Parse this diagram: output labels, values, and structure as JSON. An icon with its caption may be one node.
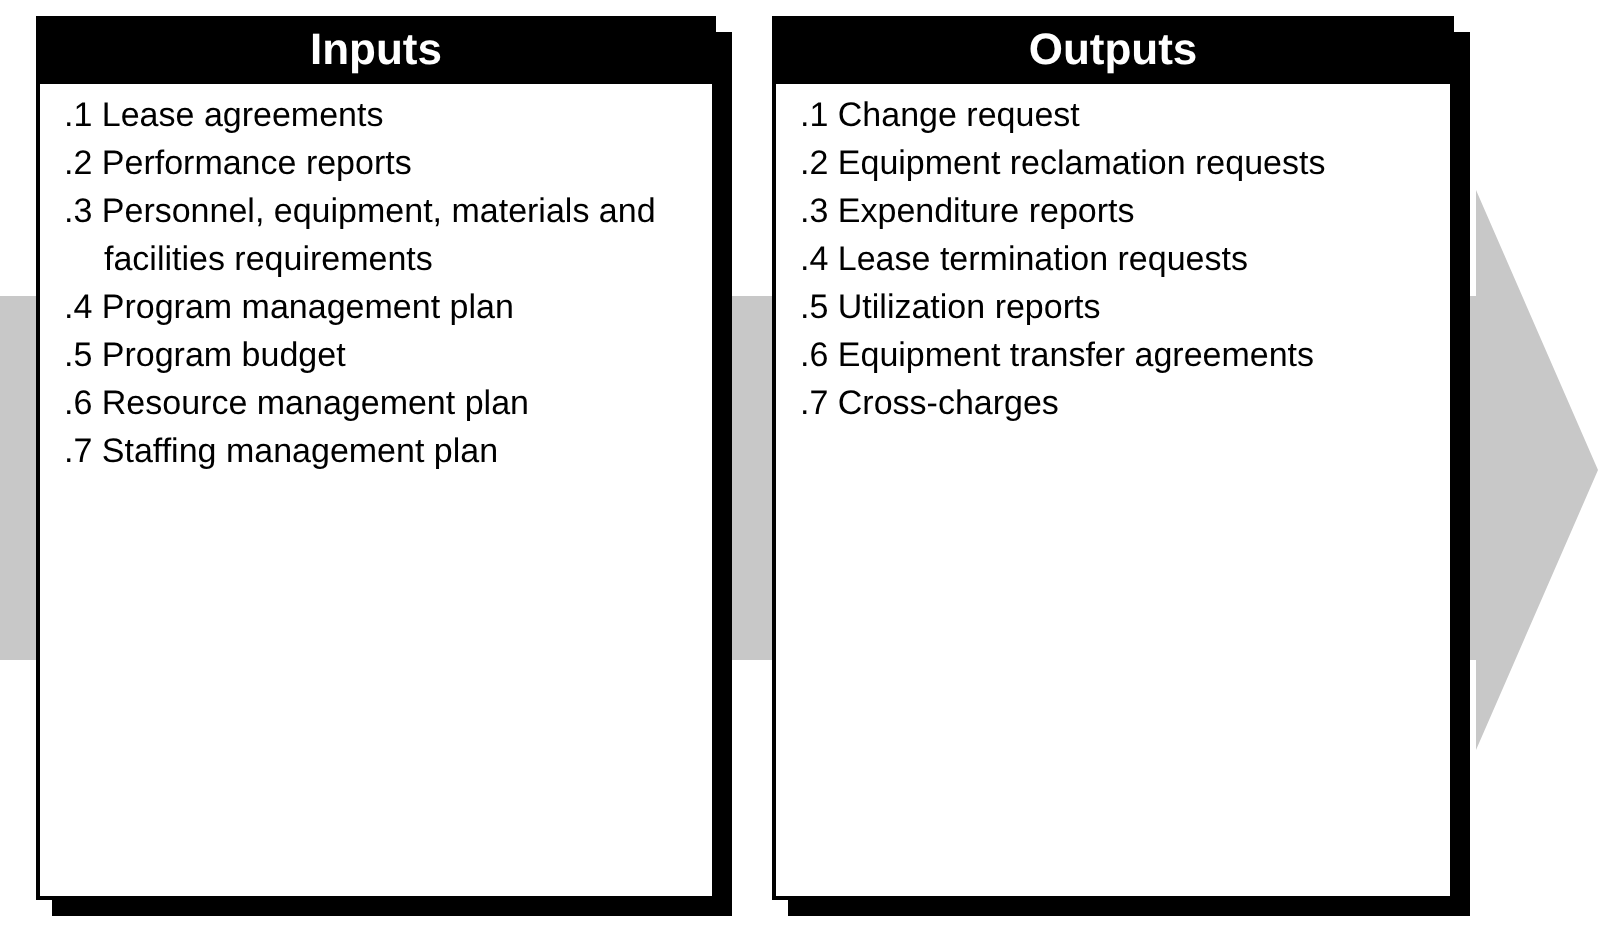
{
  "diagram": {
    "nodes": [
      {
        "text": [
          "Inputs",
          ".1 Lease agreements",
          ".2 Performance reports",
          ".3 Personnel, equipment, materials and facilities requirements",
          ".4 Program management plan",
          ".5 Program budget",
          ".6 Resource management plan",
          ".7 Staffing management plan"
        ]
      },
      {
        "text": [
          "Outputs",
          ".1 Change request",
          ".2 Equipment reclamation requests",
          ".3 Expenditure reports",
          ".4 Lease termination requests",
          ".5 Utilization reports",
          ".6 Equipment transfer agreements",
          ".7 Cross-charges"
        ]
      }
    ]
  }
}
